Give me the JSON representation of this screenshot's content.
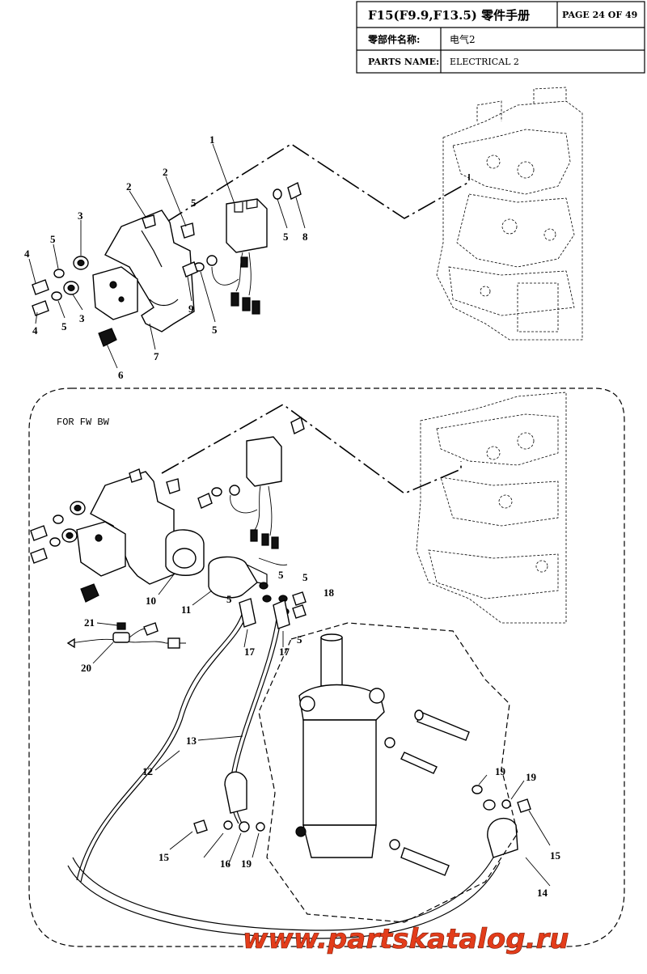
{
  "title_block": {
    "model_title": "F15(F9.9,F13.5) 零件手册",
    "page": "PAGE 24 OF 49",
    "label_cn": "零部件名称:",
    "value_cn": "电气2",
    "label_en": "PARTS NAME:",
    "value_en": "ELECTRICAL 2"
  },
  "variant_note": "FOR FW BW",
  "callouts_top": [
    "1",
    "2",
    "2",
    "3",
    "3",
    "4",
    "4",
    "5",
    "5",
    "5",
    "5",
    "5",
    "6",
    "7",
    "8",
    "9"
  ],
  "callouts_bottom": [
    "10",
    "11",
    "5",
    "5",
    "5",
    "5",
    "18",
    "21",
    "20",
    "17",
    "17",
    "13",
    "12",
    "19",
    "19",
    "15",
    "15",
    "14",
    "16",
    "19"
  ],
  "watermark": "www.partskatalog.ru"
}
